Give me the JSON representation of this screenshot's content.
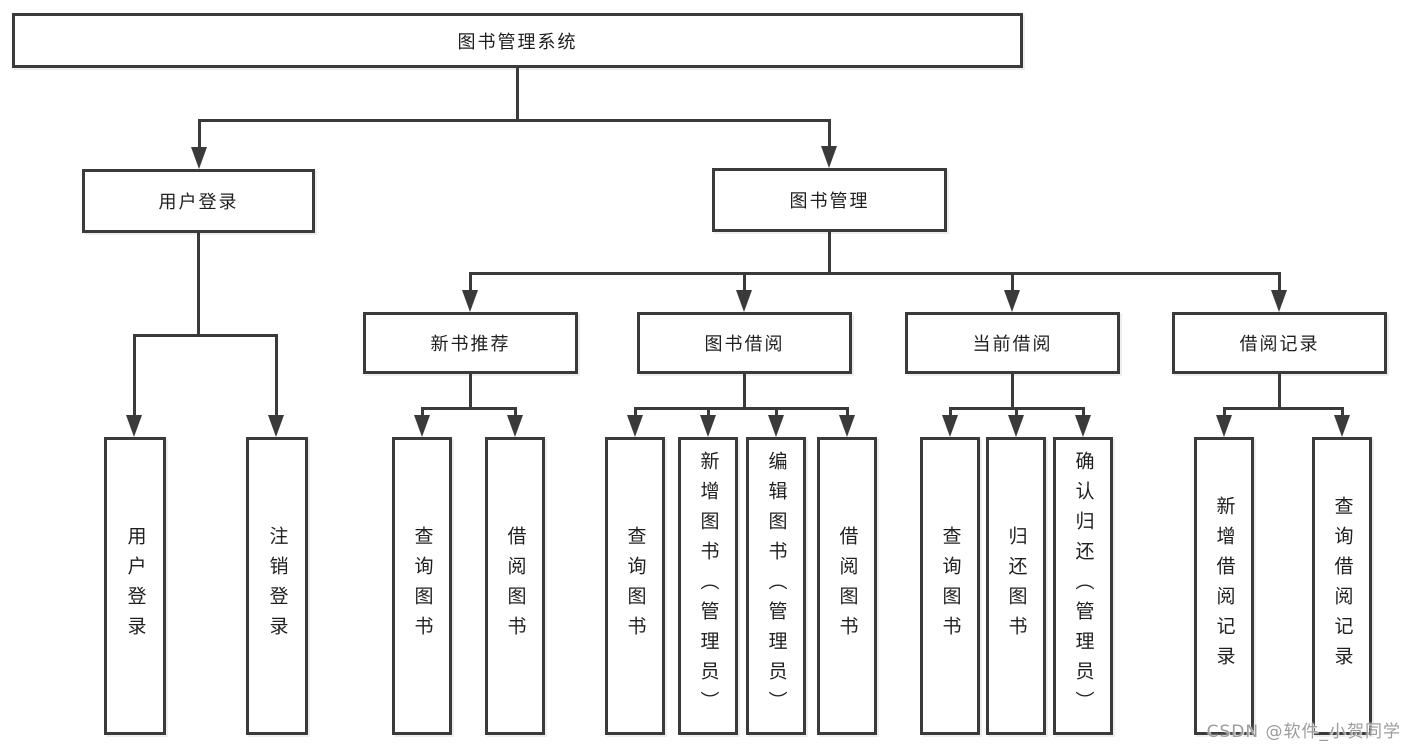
{
  "diagram": {
    "title": "图书管理系统",
    "colors": {
      "line": "#3a3a3a",
      "box_border": "#3a3a3a",
      "box_fill": "#ffffff",
      "text": "#1f1f1f",
      "watermark": "#9c9c9c",
      "background": "#ffffff"
    },
    "tree": {
      "label": "图书管理系统",
      "children": [
        {
          "label": "用户登录",
          "children": [
            {
              "label": "用户登录"
            },
            {
              "label": "注销登录"
            }
          ]
        },
        {
          "label": "图书管理",
          "children": [
            {
              "label": "新书推荐",
              "children": [
                {
                  "label": "查询图书"
                },
                {
                  "label": "借阅图书"
                }
              ]
            },
            {
              "label": "图书借阅",
              "children": [
                {
                  "label": "查询图书"
                },
                {
                  "label": "新增图书（管理员）"
                },
                {
                  "label": "编辑图书（管理员）"
                },
                {
                  "label": "借阅图书"
                }
              ]
            },
            {
              "label": "当前借阅",
              "children": [
                {
                  "label": "查询图书"
                },
                {
                  "label": "归还图书"
                },
                {
                  "label": "确认归还（管理员）"
                }
              ]
            },
            {
              "label": "借阅记录",
              "children": [
                {
                  "label": "新增借阅记录"
                },
                {
                  "label": "查询借阅记录"
                }
              ]
            }
          ]
        }
      ]
    },
    "watermark": {
      "text": "CSDN @软件_小贺同学"
    }
  }
}
